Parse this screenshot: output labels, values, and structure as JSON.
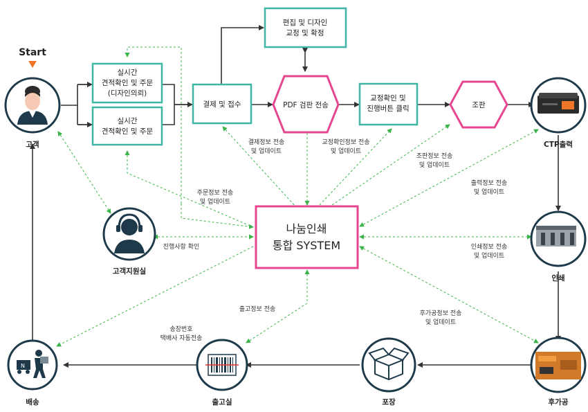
{
  "start": {
    "label": "Start",
    "color": "#f0772a"
  },
  "colors": {
    "teal": "#3fb5a3",
    "pink": "#e6468f",
    "green": "#3cb44b",
    "dark": "#333333",
    "icon_ring": "#1e3a4a"
  },
  "boxes": {
    "quote_design": [
      "실시간",
      "견적확인 및 주문",
      "(디자인의뢰)"
    ],
    "quote": [
      "실시간",
      "견적확인 및 주문"
    ],
    "payment": [
      "결제 및 접수"
    ],
    "edit": [
      "편집 및 디자인",
      "교정 및 확정"
    ],
    "pdf": [
      "PDF 검판 전송"
    ],
    "proof": [
      "교정확인 및",
      "진행버튼 클릭"
    ],
    "imposition": [
      "조판"
    ],
    "system": [
      "나눔인쇄",
      "통합 SYSTEM"
    ]
  },
  "nodes": {
    "customer": "고객",
    "ctp": "CTP출력",
    "cs": "고객지원실",
    "print": "인쇄",
    "postpress": "후가공",
    "pack": "포장",
    "ship_room": "출고실",
    "delivery": "배송"
  },
  "labels": {
    "order_info": [
      "주문정보 전송",
      "및 업데이트"
    ],
    "payment_info": [
      "결제정보 전송",
      "및 업데이트"
    ],
    "proof_info": [
      "교정확인정보 전송",
      "및 업데이트"
    ],
    "imposition_info": [
      "조판정보 전송",
      "및 업데이트"
    ],
    "output_info": [
      "출력정보 전송",
      "및 업데이트"
    ],
    "progress_check": [
      "진행사항 확인"
    ],
    "print_info": [
      "인쇄정보 전송",
      "및 업데이트"
    ],
    "ship_info": [
      "출고정보 전송"
    ],
    "postpress_info": [
      "후가공정보 전송",
      "및 업데이트"
    ],
    "tracking": [
      "송장번호",
      "택배사 자동전송"
    ]
  }
}
